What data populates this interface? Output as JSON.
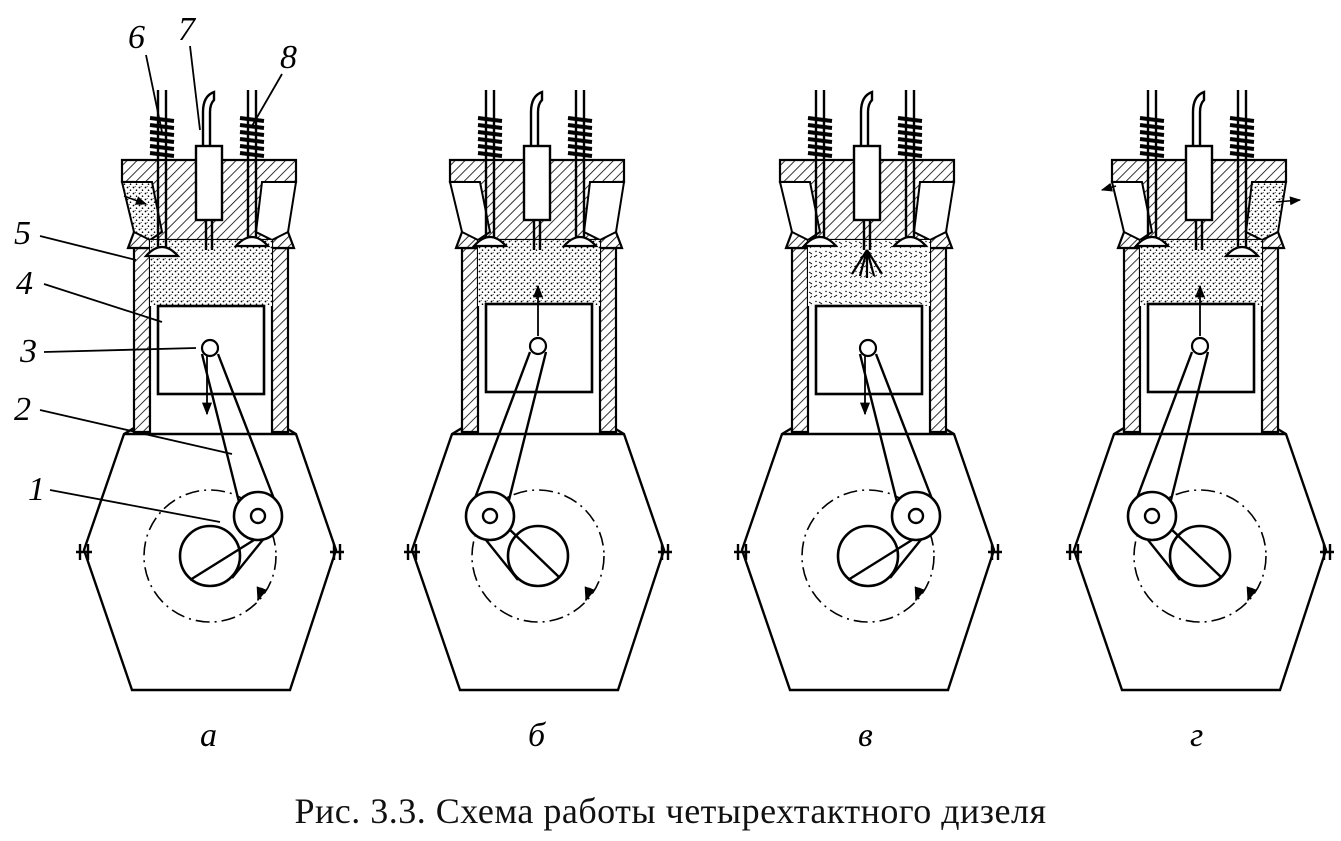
{
  "caption": "Рис. 3.3. Схема работы четырехтактного дизеля",
  "stroke_labels": [
    "а",
    "б",
    "в",
    "г"
  ],
  "part_labels": [
    "1",
    "2",
    "3",
    "4",
    "5",
    "6",
    "7",
    "8"
  ],
  "strokes": [
    {
      "crank_side": "right",
      "piston_position": "bottom",
      "piston_arrow": "down",
      "fill": "dots",
      "intake_open": true,
      "exhaust_open": false,
      "spray": false,
      "gas_flow": "in"
    },
    {
      "crank_side": "left",
      "piston_position": "top",
      "piston_arrow": "up",
      "fill": "dots",
      "intake_open": false,
      "exhaust_open": false,
      "spray": false,
      "gas_flow": "none"
    },
    {
      "crank_side": "right",
      "piston_position": "bottom",
      "piston_arrow": "down",
      "fill": "burn",
      "intake_open": false,
      "exhaust_open": false,
      "spray": true,
      "gas_flow": "none"
    },
    {
      "crank_side": "left",
      "piston_position": "top",
      "piston_arrow": "up",
      "fill": "dots",
      "intake_open": false,
      "exhaust_open": true,
      "spray": false,
      "gas_flow": "out"
    }
  ]
}
